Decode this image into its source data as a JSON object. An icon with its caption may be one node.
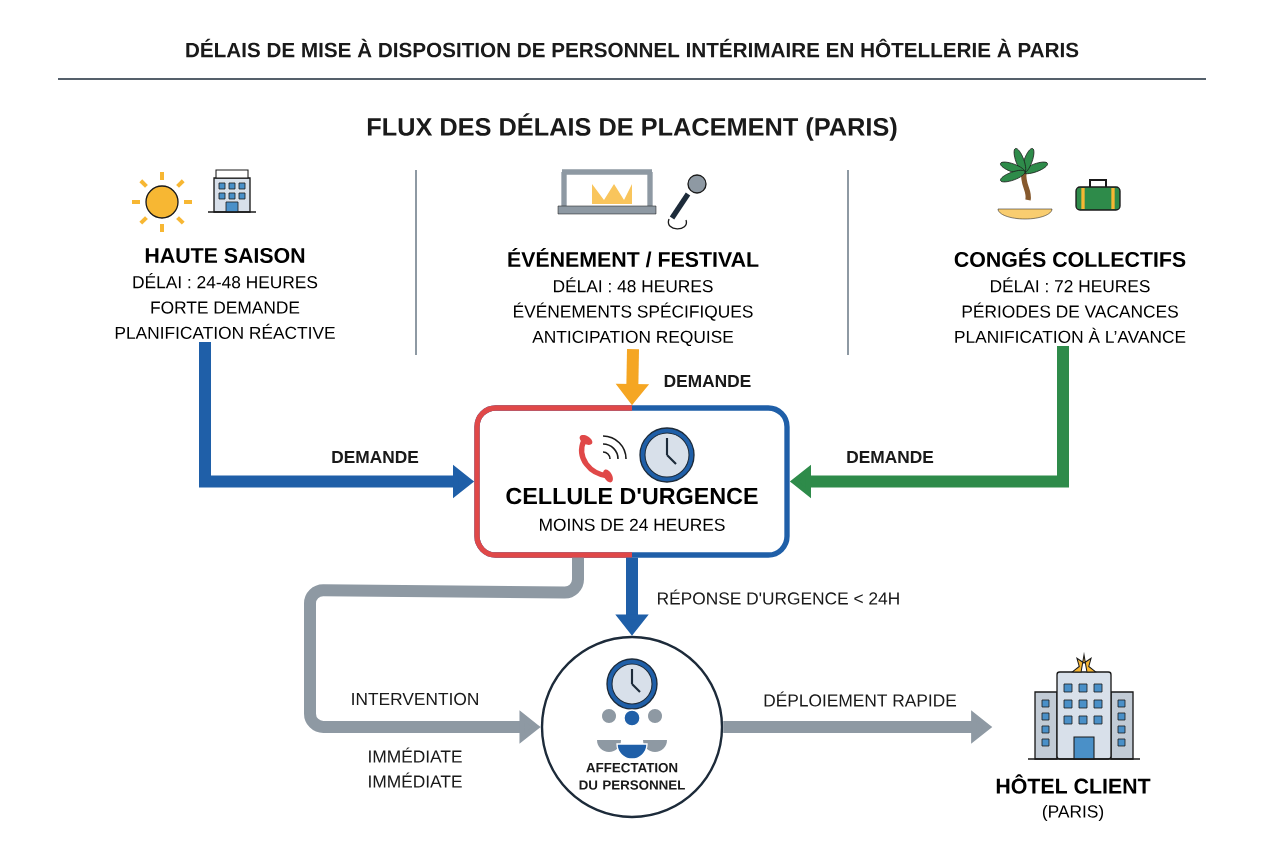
{
  "diagram": {
    "title": "DÉLAIS DE MISE À DISPOSITION DE PERSONNEL INTÉRIMAIRE EN HÔTELLERIE À PARIS",
    "nodes": [
      {
        "text": [
          "HAUTE SAISON",
          "DÉLAI : 24-48 HEURES",
          "FORTE DEMANDE",
          "PLANIFICATION RÉACTIVE"
        ]
      },
      {
        "text": [
          "ÉVÉNEMENT / FESTIVAL",
          "DÉLAI : 48 HEURES",
          "ÉVÉNEMENTS SPÉCIFIQUES",
          "ANTICIPATION REQUISE"
        ]
      },
      {
        "text": [
          "CONGÉS COLLECTIFS",
          "DÉLAI : 72 HEURES",
          "PÉRIODES DE VACANCES",
          "PLANIFICATION À L’AVANCE"
        ]
      },
      {
        "text": [
          "CELLULE D'URGENCE",
          "MOINS DE 24 HEURES"
        ]
      },
      {
        "text": [
          "AFFECTATION DU PERSONNEL"
        ]
      },
      {
        "text": [
          "HÔTEL CLIENT",
          "(PARIS)"
        ]
      }
    ],
    "edges": [
      {
        "from": 0,
        "to": 3,
        "arrow": "to",
        "label": "DEMANDE",
        "color": "#1f5fa8"
      },
      {
        "from": 1,
        "to": 3,
        "arrow": "to",
        "label": "DEMANDE",
        "color": "#f5a623"
      },
      {
        "from": 2,
        "to": 3,
        "arrow": "to",
        "label": "DEMANDE",
        "color": "#2e8b4a"
      },
      {
        "from": 3,
        "to": 4,
        "arrow": "to",
        "label": "RÉPONSE D'URGENCE < 24H",
        "color": "#1f5fa8"
      },
      {
        "from": 3,
        "to": 4,
        "arrow": "to",
        "label": "INTERVENTION",
        "color": "#8e99a3"
      },
      {
        "from": 4,
        "to": 5,
        "arrow": "to",
        "label": "DÉPLOIEMENT RAPIDE",
        "color": "#8e99a3"
      }
    ],
    "labels": [
      "FLUX DES DÉLAIS DE PLACEMENT (PARIS)",
      "IMMÉDIATE",
      "IMMÉDIATE"
    ]
  }
}
